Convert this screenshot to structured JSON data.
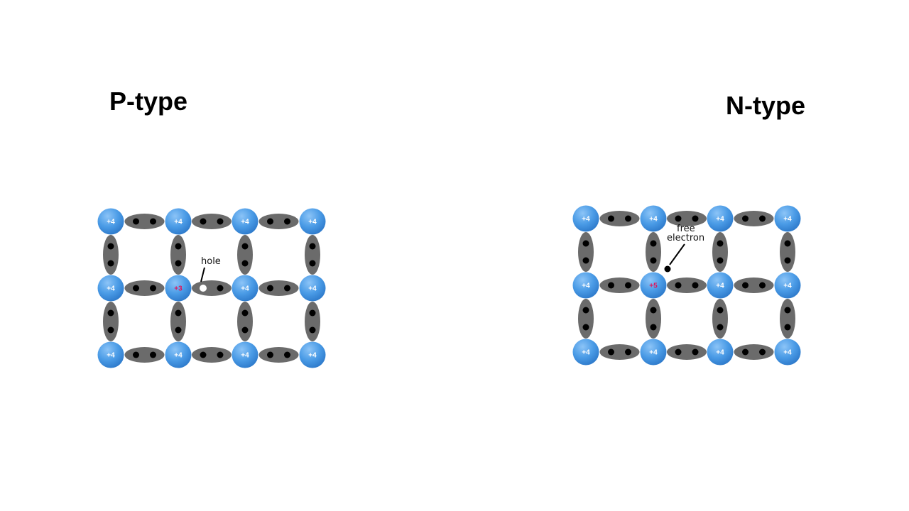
{
  "p_type": {
    "title": "P-type",
    "impurity_label": "+3",
    "host_label": "+4",
    "annotation": "hole"
  },
  "n_type": {
    "title": "N-type",
    "impurity_label": "+5",
    "host_label": "+4",
    "annotation_line1": "free",
    "annotation_line2": "electron"
  },
  "colors": {
    "atom": "#3d8fe0",
    "atom_highlight": "#8cc4f7",
    "bond": "#6b6b6b",
    "electron": "#000000",
    "hole": "#ffffff",
    "impurity_text": "#e0145a",
    "host_text": "#ffffff"
  }
}
